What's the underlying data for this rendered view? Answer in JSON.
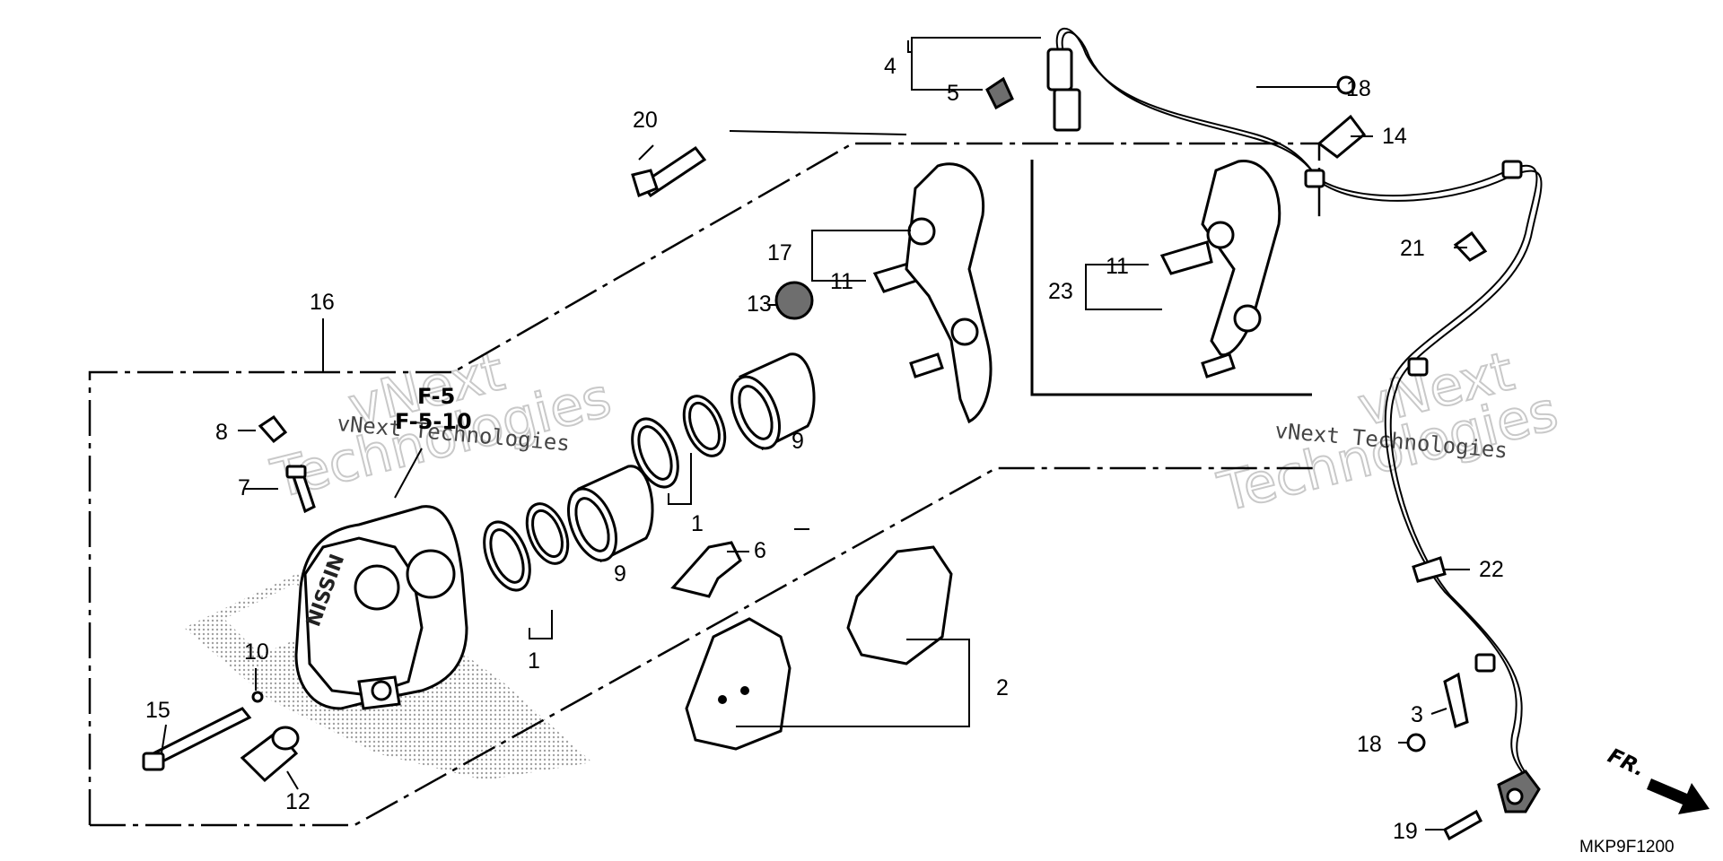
{
  "diagram": {
    "drawing_code": "MKP9F1200",
    "direction_label": "FR.",
    "references": [
      "F-5",
      "F-5-10"
    ],
    "watermark": {
      "brand_small": "vNext Technologies",
      "brand_big_1": "vNext",
      "brand_big_2": "Technologies"
    },
    "callouts": {
      "c1a": "1",
      "c1b": "1",
      "c2": "2",
      "c3": "3",
      "c4": "4",
      "c5": "5",
      "c6": "6",
      "c7": "7",
      "c8": "8",
      "c9a": "9",
      "c9b": "9",
      "c10": "10",
      "c11a": "11",
      "c11b": "11",
      "c12": "12",
      "c13": "13",
      "c14": "14",
      "c15": "15",
      "c16": "16",
      "c17": "17",
      "c18a": "18",
      "c18b": "18",
      "c19": "19",
      "c20": "20",
      "c21": "21",
      "c22": "22",
      "c23": "23"
    }
  }
}
